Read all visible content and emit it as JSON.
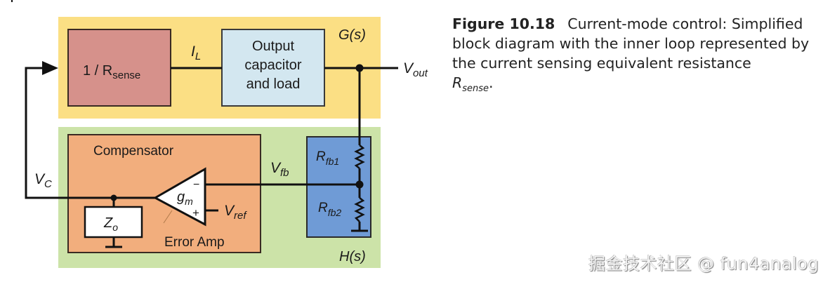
{
  "diagram": {
    "title": "Current-mode control block diagram",
    "colors": {
      "g_block": "#fbdf84",
      "h_block": "#cce3a8",
      "rsense_block": "#d6918b",
      "output_block": "#d3e7f0",
      "compensator_block": "#f2ae7d",
      "feedback_block": "#6f9bd6",
      "wire": "#111111"
    },
    "blocks": {
      "g_label": "G(s)",
      "h_label": "H(s)",
      "rsense": {
        "prefix": "1 / R",
        "sub": "sense"
      },
      "output": {
        "lines": [
          "Output",
          "capacitor",
          "and load"
        ]
      },
      "compensator": "Compensator",
      "error_amp": "Error Amp",
      "gm": {
        "main": "g",
        "sub": "m"
      },
      "zo": {
        "main": "Z",
        "sub": "o"
      },
      "rfb1": {
        "main": "R",
        "sub": "fb1"
      },
      "rfb2": {
        "main": "R",
        "sub": "fb2"
      }
    },
    "signals": {
      "il": {
        "main": "I",
        "sub": "L"
      },
      "vout": {
        "main": "V",
        "sub": "out"
      },
      "vc": {
        "main": "V",
        "sub": "C"
      },
      "vfb": {
        "main": "V",
        "sub": "fb"
      },
      "vref": {
        "main": "V",
        "sub": "ref"
      },
      "minus": "−",
      "plus": "+"
    }
  },
  "caption": {
    "figure_label": "Figure 10.18",
    "text": "Current-mode control: Simplified block diagram with the inner loop represented by the current sensing equivalent resistance",
    "symbol_main": "R",
    "symbol_sub": "sense",
    "end": "."
  },
  "watermark": "掘金技术社区 @ fun4analog"
}
